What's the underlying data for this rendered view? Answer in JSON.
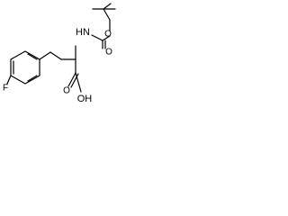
{
  "molecule": {
    "atoms": {
      "fluorine": "F",
      "hn": "HN",
      "o_carbonyl": "O",
      "o_ester": "O",
      "o_acid": "O",
      "oh": "OH"
    }
  }
}
